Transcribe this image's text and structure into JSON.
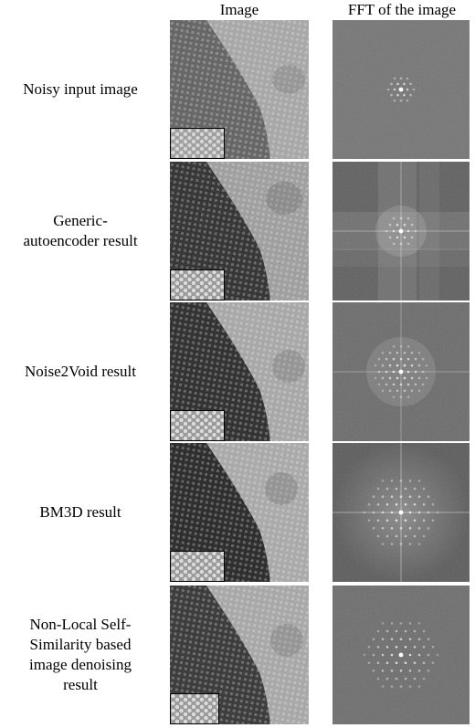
{
  "headers": {
    "image": "Image",
    "fft": "FFT of the image"
  },
  "rows": [
    {
      "label": "Noisy input image"
    },
    {
      "label": "Generic-\nautoencoder result"
    },
    {
      "label": "Noise2Void result"
    },
    {
      "label": "BM3D result"
    },
    {
      "label": "Non-Local Self-\nSimilarity based\nimage denoising\nresult"
    }
  ]
}
